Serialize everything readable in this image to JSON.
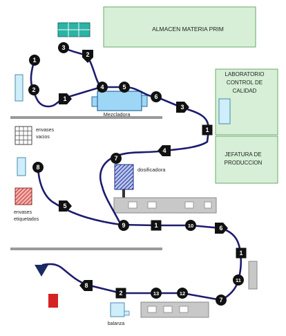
{
  "rooms": {
    "almacen": "ALMACEN MATERIA PRIM",
    "laboratorio": [
      "LABORATORIO",
      "CONTROL DE",
      "CALIDAD"
    ],
    "jefatura": [
      "JEFATURA DE",
      "PRODUCCION"
    ]
  },
  "equipment": {
    "mezcladora": "Mezcladora",
    "dosificadora": "dosificadora",
    "envases_vacios": [
      "envases",
      "vacios"
    ],
    "envases_etiquetados": [
      "envases",
      "etiquetados"
    ],
    "balanza": "balanza"
  },
  "flow_markers": [
    {
      "id": "c3",
      "shape": "circle",
      "label": "3"
    },
    {
      "id": "t2a",
      "shape": "down-pentagon",
      "label": "2"
    },
    {
      "id": "c1a",
      "shape": "circle",
      "label": "1"
    },
    {
      "id": "c2a",
      "shape": "circle",
      "label": "2"
    },
    {
      "id": "r1a",
      "shape": "right-pentagon",
      "label": "1"
    },
    {
      "id": "c4a",
      "shape": "circle",
      "label": "4"
    },
    {
      "id": "c5a",
      "shape": "circle",
      "label": "5"
    },
    {
      "id": "c6a",
      "shape": "circle",
      "label": "6"
    },
    {
      "id": "r3a",
      "shape": "right-pentagon",
      "label": "3"
    },
    {
      "id": "s1a",
      "shape": "square",
      "label": "1"
    },
    {
      "id": "l4a",
      "shape": "left-pentagon",
      "label": "4"
    },
    {
      "id": "c7a",
      "shape": "circle",
      "label": "7"
    },
    {
      "id": "c8a",
      "shape": "circle",
      "label": "8"
    },
    {
      "id": "r5a",
      "shape": "right-pentagon",
      "label": "5"
    },
    {
      "id": "c9a",
      "shape": "circle",
      "label": "9"
    },
    {
      "id": "s1b",
      "shape": "square",
      "label": "1"
    },
    {
      "id": "c10a",
      "shape": "circle",
      "label": "10"
    },
    {
      "id": "r6a",
      "shape": "right-pentagon",
      "label": "6"
    },
    {
      "id": "s1c",
      "shape": "square",
      "label": "1"
    },
    {
      "id": "c11a",
      "shape": "circle",
      "label": "11"
    },
    {
      "id": "l8a",
      "shape": "left-pentagon",
      "label": "8"
    },
    {
      "id": "s2a",
      "shape": "square",
      "label": "2"
    },
    {
      "id": "c13a",
      "shape": "circle",
      "label": "13"
    },
    {
      "id": "c12a",
      "shape": "circle",
      "label": "12"
    },
    {
      "id": "c7b",
      "shape": "circle",
      "label": "7"
    }
  ]
}
